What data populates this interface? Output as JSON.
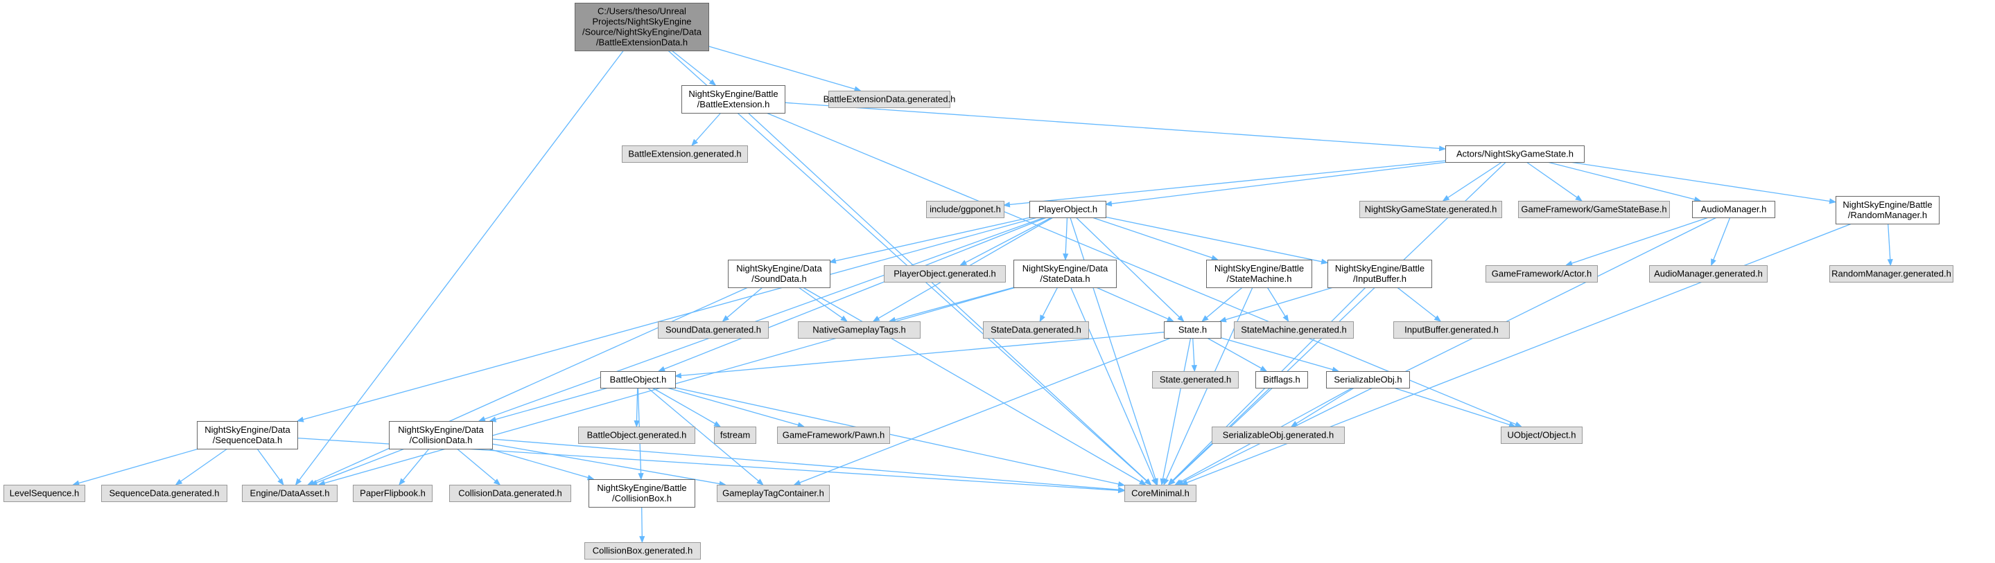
{
  "colors": {
    "edge": "#63b8ff",
    "root_fill": "#999999",
    "documented_fill": "#ffffff",
    "external_fill": "#e0e0e0",
    "border": "#666666"
  },
  "nodes": {
    "root": {
      "lines": [
        "C:/Users/theso/Unreal",
        "Projects/NightSkyEngine",
        "/Source/NightSkyEngine/Data",
        "/BattleExtensionData.h"
      ],
      "kind": "root"
    },
    "battle_extension_h": {
      "lines": [
        "NightSkyEngine/Battle",
        "/BattleExtension.h"
      ],
      "kind": "doc"
    },
    "battle_extension_data_generated": {
      "lines": [
        "BattleExtensionData.generated.h"
      ],
      "kind": "ext"
    },
    "battle_extension_generated": {
      "lines": [
        "BattleExtension.generated.h"
      ],
      "kind": "ext"
    },
    "night_sky_game_state": {
      "lines": [
        "Actors/NightSkyGameState.h"
      ],
      "kind": "doc"
    },
    "include_ggponet": {
      "lines": [
        "include/ggponet.h"
      ],
      "kind": "ext"
    },
    "player_object": {
      "lines": [
        "PlayerObject.h"
      ],
      "kind": "doc"
    },
    "night_sky_game_state_generated": {
      "lines": [
        "NightSkyGameState.generated.h"
      ],
      "kind": "ext"
    },
    "game_state_base": {
      "lines": [
        "GameFramework/GameStateBase.h"
      ],
      "kind": "ext"
    },
    "audio_manager": {
      "lines": [
        "AudioManager.h"
      ],
      "kind": "doc"
    },
    "random_manager": {
      "lines": [
        "NightSkyEngine/Battle",
        "/RandomManager.h"
      ],
      "kind": "doc"
    },
    "sound_data": {
      "lines": [
        "NightSkyEngine/Data",
        "/SoundData.h"
      ],
      "kind": "doc"
    },
    "player_object_generated": {
      "lines": [
        "PlayerObject.generated.h"
      ],
      "kind": "ext"
    },
    "state_data": {
      "lines": [
        "NightSkyEngine/Data",
        "/StateData.h"
      ],
      "kind": "doc"
    },
    "state_machine": {
      "lines": [
        "NightSkyEngine/Battle",
        "/StateMachine.h"
      ],
      "kind": "doc"
    },
    "input_buffer": {
      "lines": [
        "NightSkyEngine/Battle",
        "/InputBuffer.h"
      ],
      "kind": "doc"
    },
    "game_framework_actor": {
      "lines": [
        "GameFramework/Actor.h"
      ],
      "kind": "ext"
    },
    "audio_manager_generated": {
      "lines": [
        "AudioManager.generated.h"
      ],
      "kind": "ext"
    },
    "random_manager_generated": {
      "lines": [
        "RandomManager.generated.h"
      ],
      "kind": "ext"
    },
    "sound_data_generated": {
      "lines": [
        "SoundData.generated.h"
      ],
      "kind": "ext"
    },
    "native_gameplay_tags": {
      "lines": [
        "NativeGameplayTags.h"
      ],
      "kind": "ext"
    },
    "state_data_generated": {
      "lines": [
        "StateData.generated.h"
      ],
      "kind": "ext"
    },
    "state_h": {
      "lines": [
        "State.h"
      ],
      "kind": "doc"
    },
    "state_machine_generated": {
      "lines": [
        "StateMachine.generated.h"
      ],
      "kind": "ext"
    },
    "input_buffer_generated": {
      "lines": [
        "InputBuffer.generated.h"
      ],
      "kind": "ext"
    },
    "battle_object": {
      "lines": [
        "BattleObject.h"
      ],
      "kind": "doc"
    },
    "state_generated": {
      "lines": [
        "State.generated.h"
      ],
      "kind": "ext"
    },
    "bitflags": {
      "lines": [
        "Bitflags.h"
      ],
      "kind": "doc"
    },
    "serializable_obj": {
      "lines": [
        "SerializableObj.h"
      ],
      "kind": "doc"
    },
    "sequence_data": {
      "lines": [
        "NightSkyEngine/Data",
        "/SequenceData.h"
      ],
      "kind": "doc"
    },
    "collision_data": {
      "lines": [
        "NightSkyEngine/Data",
        "/CollisionData.h"
      ],
      "kind": "doc"
    },
    "battle_object_generated": {
      "lines": [
        "BattleObject.generated.h"
      ],
      "kind": "ext"
    },
    "fstream": {
      "lines": [
        "fstream"
      ],
      "kind": "ext"
    },
    "game_framework_pawn": {
      "lines": [
        "GameFramework/Pawn.h"
      ],
      "kind": "ext"
    },
    "serializable_obj_generated": {
      "lines": [
        "SerializableObj.generated.h"
      ],
      "kind": "ext"
    },
    "uobject_object": {
      "lines": [
        "UObject/Object.h"
      ],
      "kind": "ext"
    },
    "level_sequence": {
      "lines": [
        "LevelSequence.h"
      ],
      "kind": "ext"
    },
    "sequence_data_generated": {
      "lines": [
        "SequenceData.generated.h"
      ],
      "kind": "ext"
    },
    "engine_data_asset": {
      "lines": [
        "Engine/DataAsset.h"
      ],
      "kind": "ext"
    },
    "paper_flipbook": {
      "lines": [
        "PaperFlipbook.h"
      ],
      "kind": "ext"
    },
    "collision_data_generated": {
      "lines": [
        "CollisionData.generated.h"
      ],
      "kind": "ext"
    },
    "collision_box": {
      "lines": [
        "NightSkyEngine/Battle",
        "/CollisionBox.h"
      ],
      "kind": "doc"
    },
    "gameplay_tag_container": {
      "lines": [
        "GameplayTagContainer.h"
      ],
      "kind": "ext"
    },
    "core_minimal": {
      "lines": [
        "CoreMinimal.h"
      ],
      "kind": "ext"
    },
    "collision_box_generated": {
      "lines": [
        "CollisionBox.generated.h"
      ],
      "kind": "ext"
    }
  },
  "edges": [
    [
      "root",
      "battle_extension_h"
    ],
    [
      "root",
      "battle_extension_data_generated"
    ],
    [
      "root",
      "engine_data_asset"
    ],
    [
      "root",
      "core_minimal"
    ],
    [
      "battle_extension_h",
      "battle_extension_generated"
    ],
    [
      "battle_extension_h",
      "night_sky_game_state"
    ],
    [
      "battle_extension_h",
      "core_minimal"
    ],
    [
      "battle_extension_h",
      "uobject_object"
    ],
    [
      "night_sky_game_state",
      "include_ggponet"
    ],
    [
      "night_sky_game_state",
      "player_object"
    ],
    [
      "night_sky_game_state",
      "night_sky_game_state_generated"
    ],
    [
      "night_sky_game_state",
      "game_state_base"
    ],
    [
      "night_sky_game_state",
      "audio_manager"
    ],
    [
      "night_sky_game_state",
      "random_manager"
    ],
    [
      "night_sky_game_state",
      "core_minimal"
    ],
    [
      "player_object",
      "sound_data"
    ],
    [
      "player_object",
      "player_object_generated"
    ],
    [
      "player_object",
      "state_data"
    ],
    [
      "player_object",
      "state_machine"
    ],
    [
      "player_object",
      "input_buffer"
    ],
    [
      "player_object",
      "native_gameplay_tags"
    ],
    [
      "player_object",
      "state_h"
    ],
    [
      "player_object",
      "battle_object"
    ],
    [
      "player_object",
      "sequence_data"
    ],
    [
      "player_object",
      "collision_data"
    ],
    [
      "player_object",
      "core_minimal"
    ],
    [
      "audio_manager",
      "game_framework_actor"
    ],
    [
      "audio_manager",
      "audio_manager_generated"
    ],
    [
      "audio_manager",
      "core_minimal"
    ],
    [
      "random_manager",
      "random_manager_generated"
    ],
    [
      "random_manager",
      "core_minimal"
    ],
    [
      "sound_data",
      "sound_data_generated"
    ],
    [
      "sound_data",
      "native_gameplay_tags"
    ],
    [
      "sound_data",
      "engine_data_asset"
    ],
    [
      "sound_data",
      "core_minimal"
    ],
    [
      "state_data",
      "state_data_generated"
    ],
    [
      "state_data",
      "native_gameplay_tags"
    ],
    [
      "state_data",
      "state_h"
    ],
    [
      "state_data",
      "engine_data_asset"
    ],
    [
      "state_data",
      "core_minimal"
    ],
    [
      "state_machine",
      "state_machine_generated"
    ],
    [
      "state_machine",
      "state_h"
    ],
    [
      "state_machine",
      "core_minimal"
    ],
    [
      "input_buffer",
      "input_buffer_generated"
    ],
    [
      "input_buffer",
      "state_h"
    ],
    [
      "input_buffer",
      "core_minimal"
    ],
    [
      "state_h",
      "state_generated"
    ],
    [
      "state_h",
      "bitflags"
    ],
    [
      "state_h",
      "serializable_obj"
    ],
    [
      "state_h",
      "battle_object"
    ],
    [
      "state_h",
      "gameplay_tag_container"
    ],
    [
      "state_h",
      "core_minimal"
    ],
    [
      "battle_object",
      "battle_object_generated"
    ],
    [
      "battle_object",
      "fstream"
    ],
    [
      "battle_object",
      "game_framework_pawn"
    ],
    [
      "battle_object",
      "collision_data"
    ],
    [
      "battle_object",
      "collision_box"
    ],
    [
      "battle_object",
      "gameplay_tag_container"
    ],
    [
      "battle_object",
      "core_minimal"
    ],
    [
      "bitflags",
      "core_minimal"
    ],
    [
      "serializable_obj",
      "serializable_obj_generated"
    ],
    [
      "serializable_obj",
      "uobject_object"
    ],
    [
      "serializable_obj",
      "core_minimal"
    ],
    [
      "sequence_data",
      "level_sequence"
    ],
    [
      "sequence_data",
      "sequence_data_generated"
    ],
    [
      "sequence_data",
      "engine_data_asset"
    ],
    [
      "sequence_data",
      "core_minimal"
    ],
    [
      "collision_data",
      "paper_flipbook"
    ],
    [
      "collision_data",
      "collision_data_generated"
    ],
    [
      "collision_data",
      "collision_box"
    ],
    [
      "collision_data",
      "engine_data_asset"
    ],
    [
      "collision_data",
      "gameplay_tag_container"
    ],
    [
      "collision_data",
      "core_minimal"
    ],
    [
      "collision_box",
      "collision_box_generated"
    ]
  ]
}
